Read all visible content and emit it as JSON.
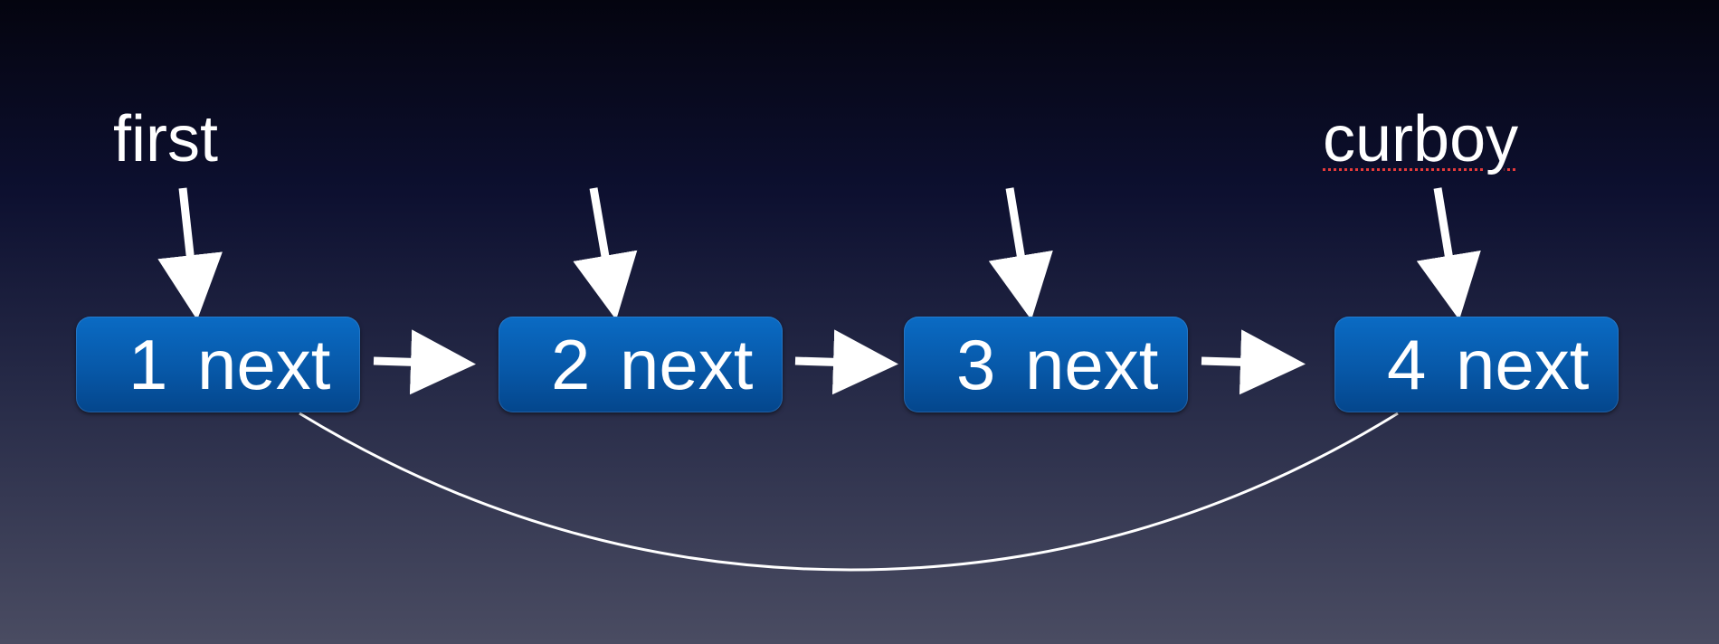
{
  "labels": {
    "first": "first",
    "cur": "curboy"
  },
  "nodes": [
    {
      "value": "1",
      "field": "next"
    },
    {
      "value": "2",
      "field": "next"
    },
    {
      "value": "3",
      "field": "next"
    },
    {
      "value": "4",
      "field": "next"
    }
  ],
  "colors": {
    "node_fill": "#0758a8",
    "arrow": "#ffffff",
    "spellcheck_underline": "#e53a3a"
  }
}
